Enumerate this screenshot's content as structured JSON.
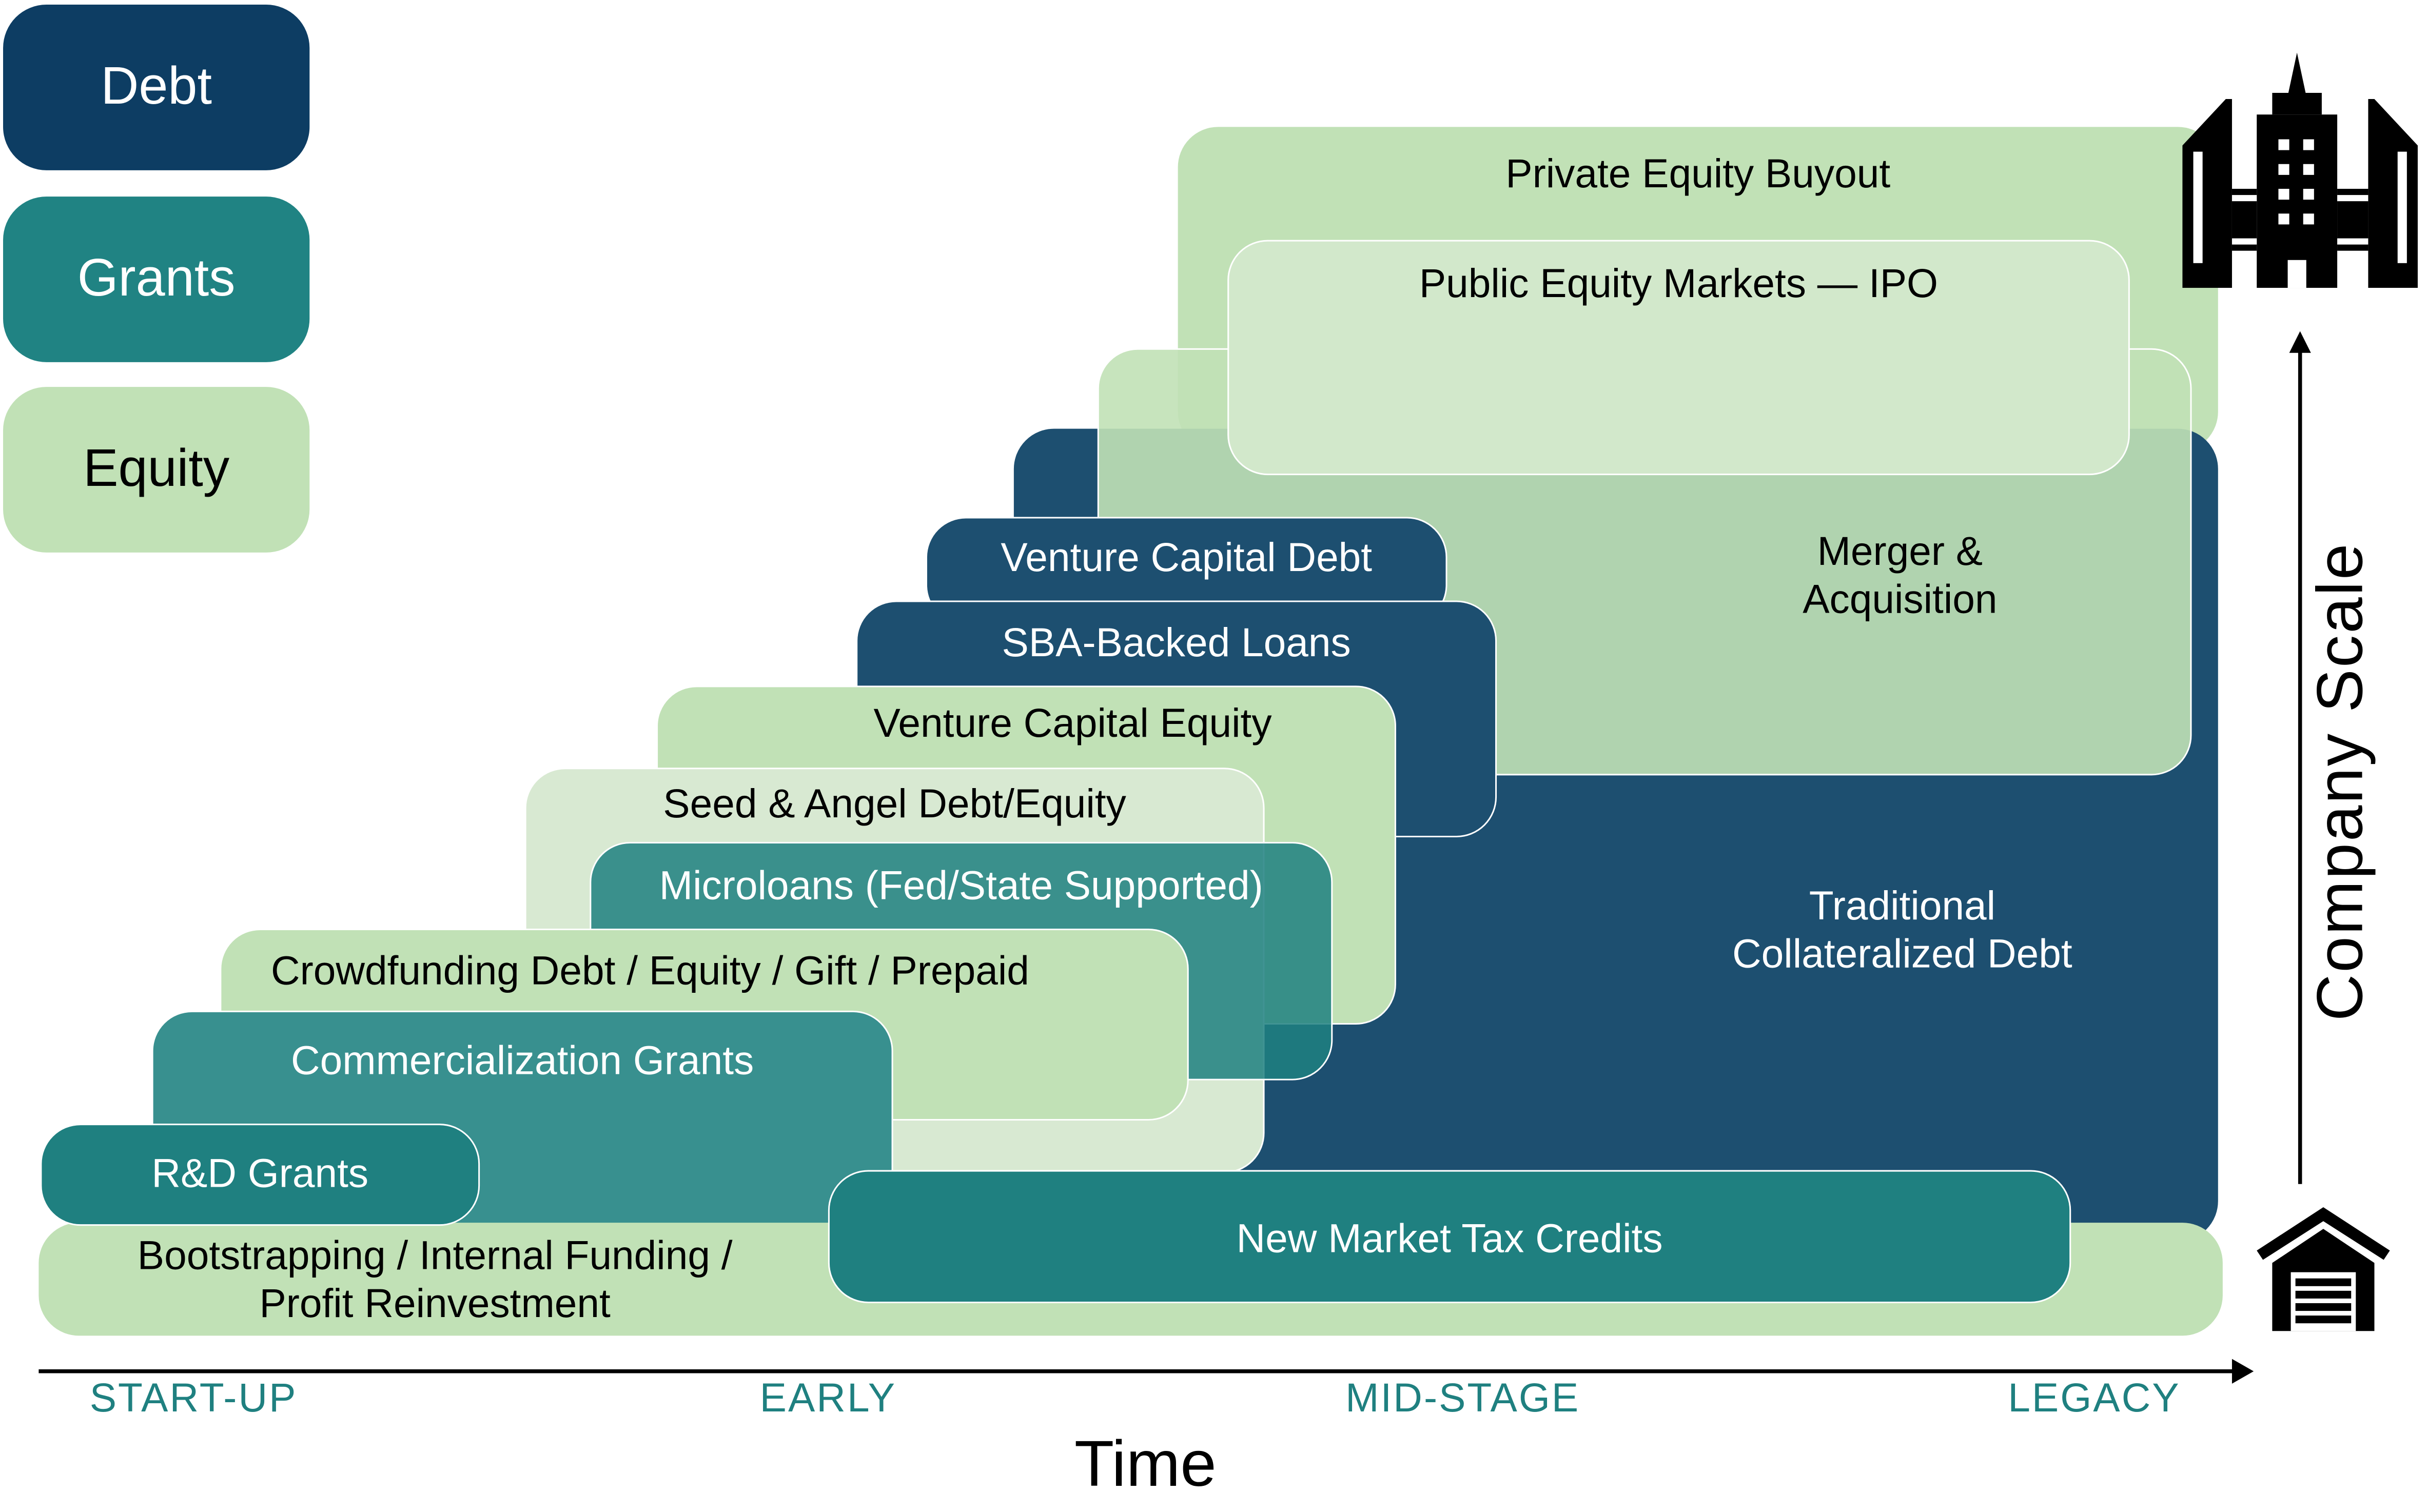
{
  "legend": {
    "debt": "Debt",
    "grants": "Grants",
    "equity": "Equity"
  },
  "boxes": {
    "private_equity": "Private Equity Buyout",
    "traditional_debt": "Traditional Collateralized Debt",
    "merger": "Merger & Acquisition",
    "ipo": "Public Equity Markets — IPO",
    "vc_debt": "Venture Capital Debt",
    "sba": "SBA-Backed Loans",
    "vc_equity": "Venture Capital Equity",
    "seed_angel": "Seed & Angel Debt/Equity",
    "microloans": "Microloans (Fed/State Supported)",
    "crowdfunding": "Crowdfunding Debt / Equity / Gift / Prepaid",
    "commercialization": "Commercialization Grants",
    "rd_grants": "R&D Grants",
    "bootstrapping": "Bootstrapping / Internal Funding / Profit Reinvestment",
    "nmtc": "New Market Tax Credits"
  },
  "axis": {
    "x_title": "Time",
    "y_title": "Company Scale",
    "stages": [
      "START-UP",
      "EARLY",
      "MID-STAGE",
      "LEGACY"
    ]
  },
  "colors": {
    "debt": "#0d3d63",
    "grants": "#208383",
    "equity": "#c1e1b6"
  }
}
